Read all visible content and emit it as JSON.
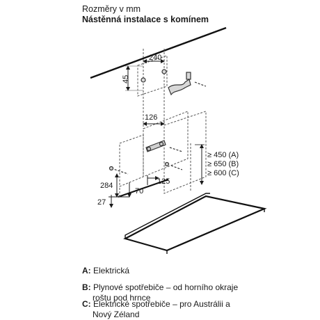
{
  "header": {
    "line1": "Rozměry v mm",
    "line2": "Nástěnná instalace s komínem"
  },
  "dimensions": {
    "d240": "240",
    "d45": "45",
    "d126": "126",
    "d284": "284",
    "d70": "70",
    "d125": "125",
    "d27": "27",
    "ge450": "≥ 450 (A)",
    "ge650": "≥ 650 (B)",
    "ge600": "≥ 600 (C)"
  },
  "legend": [
    {
      "key": "A:",
      "line1": "Elektrická",
      "line2": ""
    },
    {
      "key": "B:",
      "line1": "Plynové spotřebiče – od horního okraje",
      "line2": "roštu pod hrnce"
    },
    {
      "key": "C:",
      "line1": "Elektrické spotřebiče – pro Austrálii a",
      "line2": "Nový Zéland"
    }
  ]
}
